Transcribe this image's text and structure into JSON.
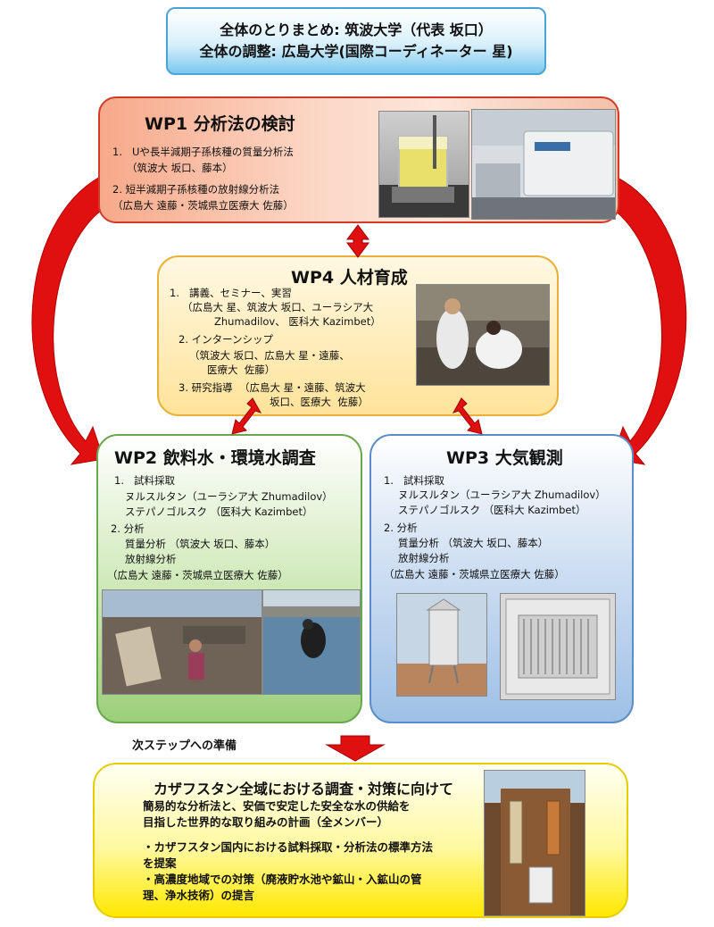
{
  "header": {
    "line1": "全体のとりまとめ: 筑波大学（代表 坂口）",
    "line2": "全体の調整: 広島大学(国際コーディネーター 星)"
  },
  "wp1": {
    "title": "WP1  分析法の検討",
    "item1": "1.   Uや長半減期子孫核種の質量分析法",
    "item1_sub": "（筑波大 坂口、藤本）",
    "item2": "2. 短半減期子孫核種の放射線分析法",
    "item2_sub": "（広島大 遠藤・茨城県立医療大 佐藤）"
  },
  "wp4": {
    "title": "WP4  人材育成",
    "item1": "1.   講義、セミナー、実習",
    "item1_sub1": "（広島大 星、筑波大 坂口、ユーラシア大",
    "item1_sub2": "Zhumadilov、 医科大 Kazimbet）",
    "item2": "2. インターンシップ",
    "item2_sub1": "（筑波大 坂口、広島大 星・遠藤、",
    "item2_sub2": "医療大  佐藤）",
    "item3": "3. 研究指導  （広島大 星・遠藤、筑波大",
    "item3_sub": "坂口、医療大  佐藤）"
  },
  "wp2": {
    "title": "WP2  飲料水・環境水調査",
    "l1": "1.   試料採取",
    "l2": "ヌルスルタン（ユーラシア大 Zhumadilov）",
    "l3": "ステパノゴルスク （医科大 Kazimbet）",
    "l4": "2. 分析",
    "l5": "質量分析 （筑波大 坂口、藤本）",
    "l6": "放射線分析",
    "l7": "（広島大 遠藤・茨城県立医療大 佐藤）"
  },
  "wp3": {
    "title": "WP3  大気観測",
    "l1": "1.   試料採取",
    "l2": "ヌルスルタン（ユーラシア大 Zhumadilov）",
    "l3": "ステパノゴルスク （医科大 Kazimbet）",
    "l4": "2. 分析",
    "l5": "質量分析 （筑波大 坂口、藤本）",
    "l6": "放射線分析",
    "l7": "（広島大 遠藤・茨城県立医療大 佐藤）"
  },
  "next_step": {
    "label": "次ステップへの準備",
    "title": "カザフスタン全域における調査・対策に向けて",
    "p1": "簡易的な分析法と、安価で安定した安全な水の供給を",
    "p2": "目指した世界的な取り組みの計画（全メンバー）",
    "b1": "・カザフスタン国内における試料採取・分析法の標準方法",
    "b1b": "を提案",
    "b2": "・高濃度地域での対策（廃液貯水池や鉱山・入鉱山の管",
    "b2b": "理、浄水技術）の提言"
  },
  "colors": {
    "arrow_red": "#e01010",
    "wp1_border": "#d03a2a",
    "wp2_border": "#6aa84f",
    "wp3_border": "#5b8ec9",
    "wp4_border": "#e9b13a",
    "next_fill": "#fff200"
  }
}
